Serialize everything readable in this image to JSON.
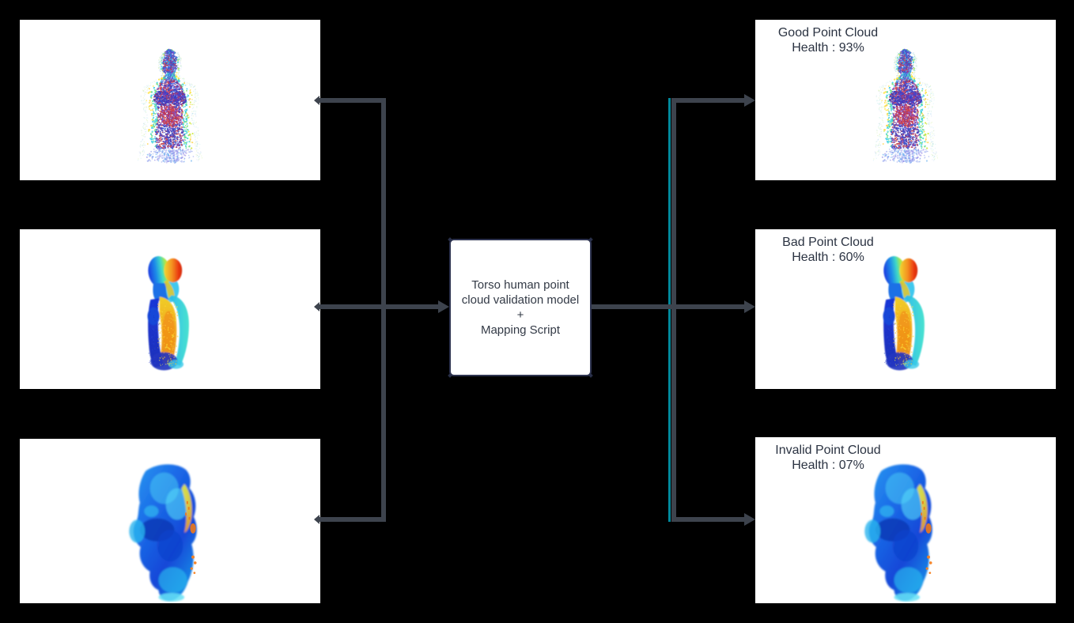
{
  "model_box": {
    "lines": [
      "Torso human point",
      "cloud validation model",
      "+",
      "Mapping Script"
    ]
  },
  "panels": {
    "inputs": [
      {
        "cloud_icon": "speckled-torso-point-cloud"
      },
      {
        "cloud_icon": "side-torso-point-cloud"
      },
      {
        "cloud_icon": "invalid-blob-point-cloud"
      }
    ],
    "outputs": [
      {
        "title": "Good Point Cloud",
        "health": "Health : 93%",
        "cloud_icon": "speckled-torso-point-cloud"
      },
      {
        "title": "Bad Point Cloud",
        "health": "Health : 60%",
        "cloud_icon": "side-torso-point-cloud"
      },
      {
        "title": "Invalid Point Cloud",
        "health": "Health : 07%",
        "cloud_icon": "invalid-blob-point-cloud"
      }
    ]
  },
  "colors": {
    "background": "#000000",
    "panel": "#ffffff",
    "connector": "#3d434d",
    "teal_accent": "#00899c",
    "model_border": "#2e3450",
    "text": "#2b3342"
  }
}
